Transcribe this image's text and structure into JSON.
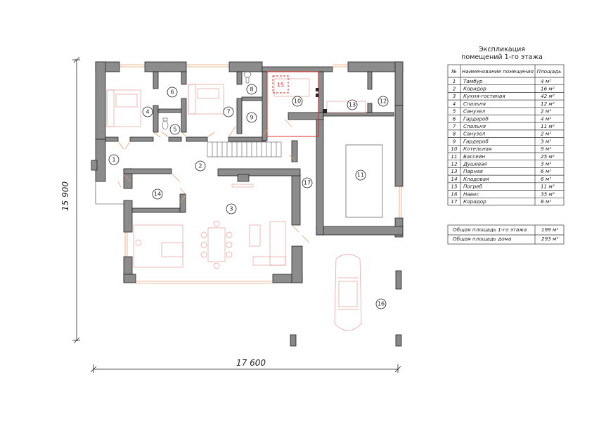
{
  "dimensions": {
    "width_label": "17 600",
    "height_label": "15 900"
  },
  "table": {
    "title_line1": "Экспликация",
    "title_line2": "помещений 1-го этажа",
    "col_no": "№",
    "col_name": "Наименование помещения",
    "col_area": "Площадь",
    "rows": [
      {
        "no": "1",
        "name": "Тамбур",
        "area": "4 м²"
      },
      {
        "no": "2",
        "name": "Коридор",
        "area": "16 м²"
      },
      {
        "no": "3",
        "name": "Кухня-гостиная",
        "area": "42 м²"
      },
      {
        "no": "4",
        "name": "Спальня",
        "area": "12 м²"
      },
      {
        "no": "5",
        "name": "Санузел",
        "area": "2 м²"
      },
      {
        "no": "6",
        "name": "Гардероб",
        "area": "4 м²"
      },
      {
        "no": "7",
        "name": "Спальня",
        "area": "11 м²"
      },
      {
        "no": "8",
        "name": "Санузел",
        "area": "2 м²"
      },
      {
        "no": "9",
        "name": "Гардероб",
        "area": "3 м²"
      },
      {
        "no": "10",
        "name": "Котельная",
        "area": "9 м²"
      },
      {
        "no": "11",
        "name": "Бассейн",
        "area": "25 м²"
      },
      {
        "no": "12",
        "name": "Душевая",
        "area": "3 м²"
      },
      {
        "no": "13",
        "name": "Парная",
        "area": "6 м²"
      },
      {
        "no": "14",
        "name": "Кладовая",
        "area": "6 м²"
      },
      {
        "no": "15",
        "name": "Погреб",
        "area": "11 м²"
      },
      {
        "no": "16",
        "name": "Навес",
        "area": "35 м²"
      },
      {
        "no": "17",
        "name": "Коридор",
        "area": "8 м²"
      }
    ],
    "total_floor_label": "Общая площадь 1-го этажа",
    "total_floor_value": "199 м²",
    "total_house_label": "Общая площадь дома",
    "total_house_value": "293 м²"
  },
  "colors": {
    "wall": "#8c8c8c",
    "wall_outline": "#222222",
    "window": "#e8a070",
    "furniture": "#e89a9a",
    "cellar": "#dd2222"
  }
}
